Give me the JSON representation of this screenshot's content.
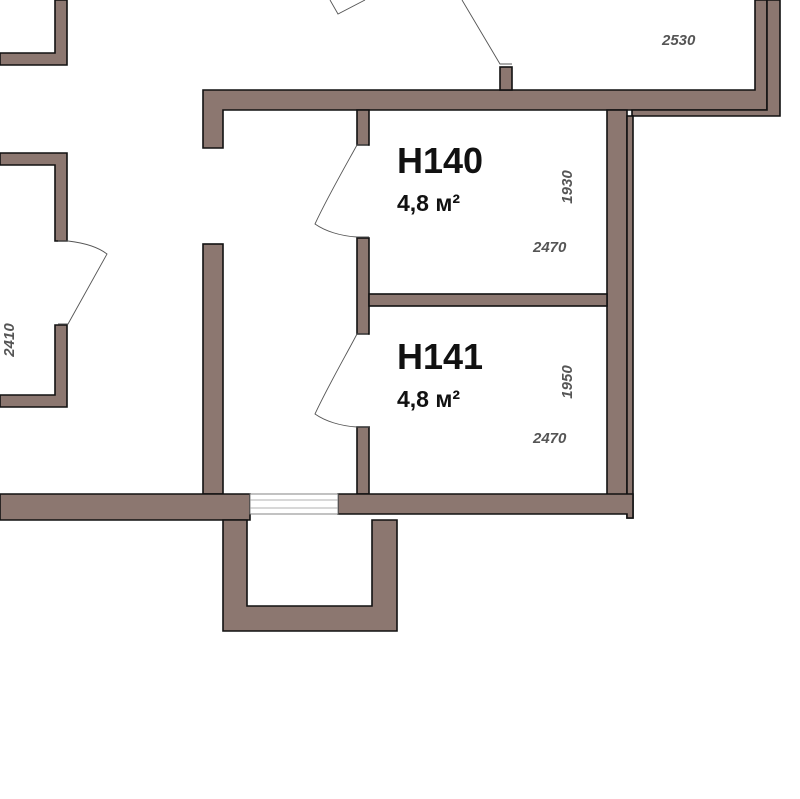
{
  "rooms": [
    {
      "code": "H140",
      "area": "4,8 м²",
      "dim_vertical": "1930",
      "dim_horizontal": "2470"
    },
    {
      "code": "H141",
      "area": "4,8 м²",
      "dim_vertical": "1950",
      "dim_horizontal": "2470"
    }
  ],
  "dimensions": {
    "top_right": "2530",
    "left_room_vertical": "2410"
  },
  "colors": {
    "wall_fill": "#8c7770",
    "wall_outline": "#111111",
    "background": "#ffffff"
  }
}
